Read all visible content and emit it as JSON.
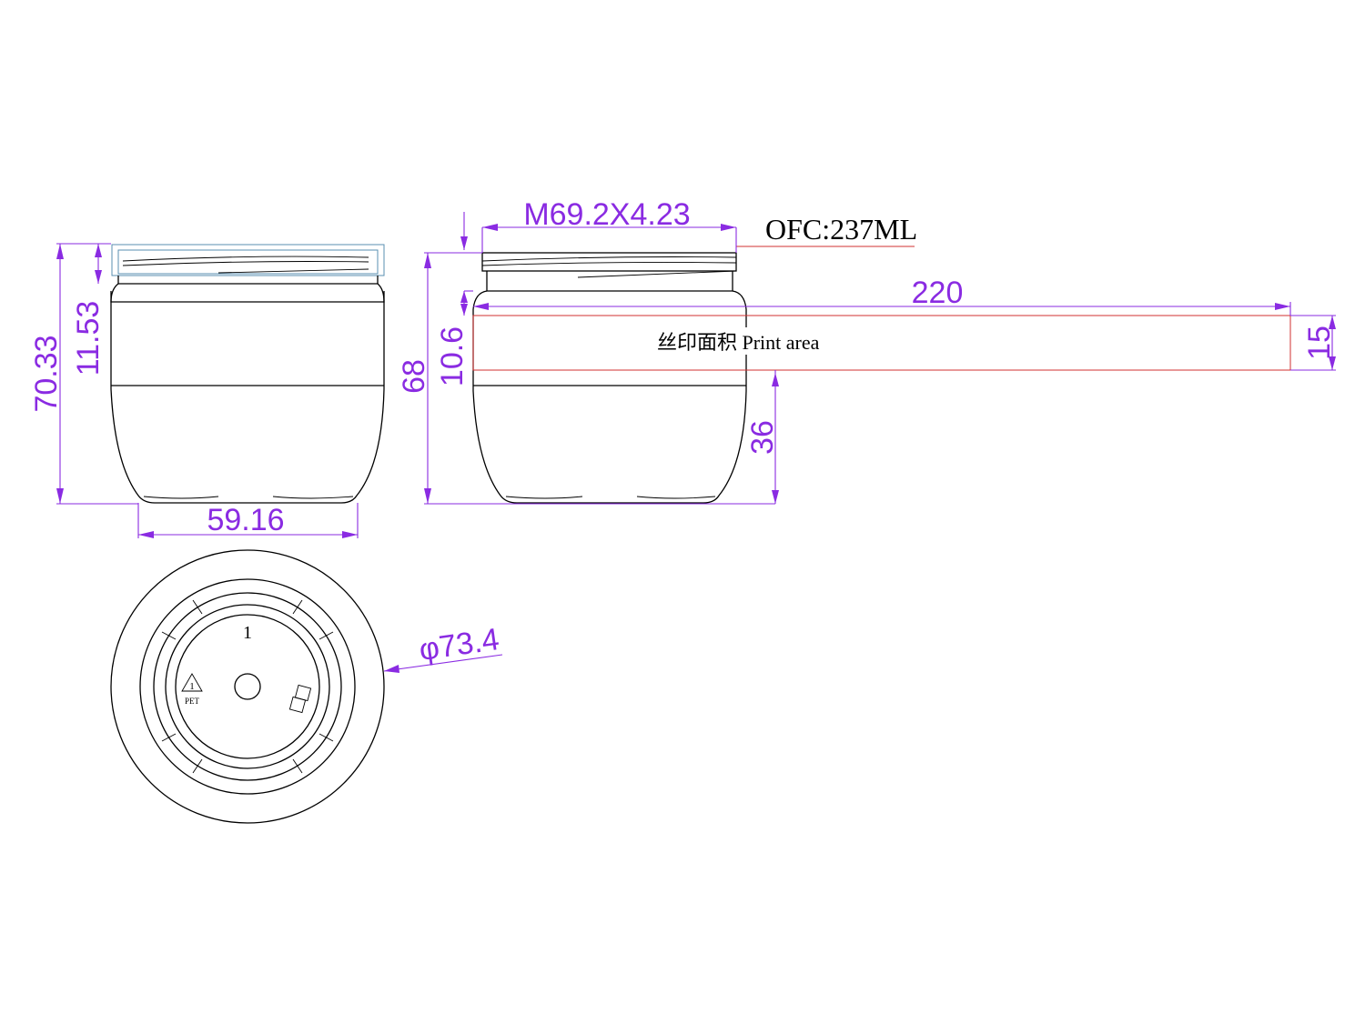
{
  "dimensions": {
    "jar_with_cap_height": "70.33",
    "cap_height": "11.53",
    "bottom_width": "59.16",
    "thread_spec": "M69.2X4.23",
    "jar_height": "68",
    "print_top_offset": "10.6",
    "print_width": "220",
    "print_height": "15",
    "print_bottom_offset": "36",
    "outer_diameter": "φ73.4"
  },
  "labels": {
    "capacity": "OFC:237ML",
    "print_area": "丝印面积 Print area",
    "cavity_number": "1",
    "recycle_code": "1",
    "recycle_material": "PET"
  },
  "colors": {
    "outline": "#000000",
    "dimension": "#8a2be2",
    "print_area_hatch": "#d03030",
    "cap_hatch": "#5a8fb0"
  }
}
